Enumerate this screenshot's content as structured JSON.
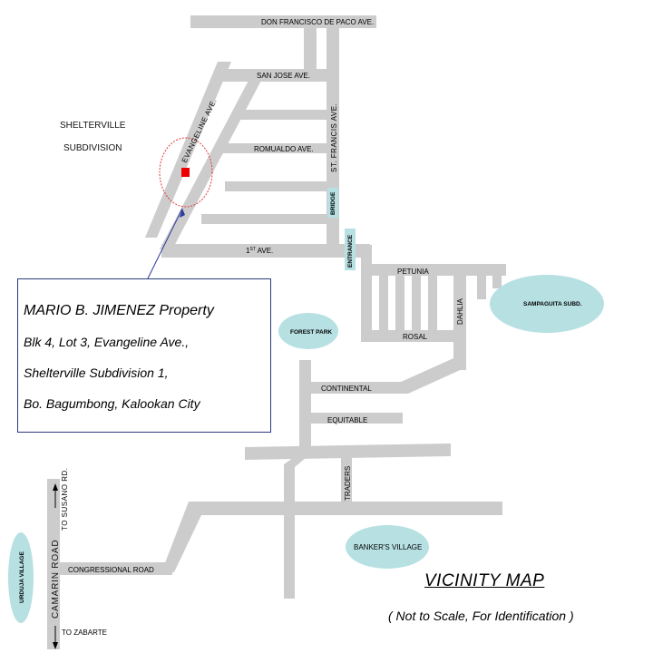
{
  "streets": {
    "don_francisco": "DON FRANCISCO DE PACO AVE.",
    "san_jose": "SAN JOSE AVE.",
    "evangeline": "EVANGELINE AVE.",
    "st_francis": "ST. FRANCIS AVE.",
    "romualdo": "ROMUALDO AVE.",
    "first_ave_num": "1",
    "first_ave_sup": "ST",
    "first_ave_rest": " AVE.",
    "bridge": "BRIDGE",
    "entrance": "ENTRANCE",
    "petunia": "PETUNIA",
    "dahlia": "DAHLIA",
    "rosal": "ROSAL",
    "continental": "CONTINENTAL",
    "equitable": "EQUITABLE",
    "traders": "TRADERS",
    "congressional": "CONGRESSIONAL ROAD",
    "camarin": "CAMARIN ROAD",
    "to_susano": "TO SUSANO RD.",
    "to_zabarte": "TO ZABARTE"
  },
  "areas": {
    "shelterville_1": "SHELTERVILLE",
    "shelterville_2": "SUBDIVISION",
    "sampaguita": "SAMPAGUITA SUBD.",
    "forest_park": "FOREST PARK",
    "bankers_village": "BANKER'S VILLAGE",
    "urduja_village": "URDUJA VILLAGE"
  },
  "property": {
    "owner": "MARIO B. JIMENEZ Property",
    "line1": "Blk 4, Lot 3, Evangeline Ave.,",
    "line2": "Shelterville Subdivision 1,",
    "line3": "Bo. Bagumbong, Kalookan City"
  },
  "map_title": "VICINITY  MAP",
  "map_subtitle": "( Not  to Scale, For Identification )",
  "colors": {
    "road": "#cccccc",
    "park": "#b7e0e3",
    "marker": "#ee0000",
    "circle": "#e23a3a",
    "pointer": "#2b3a9a"
  }
}
